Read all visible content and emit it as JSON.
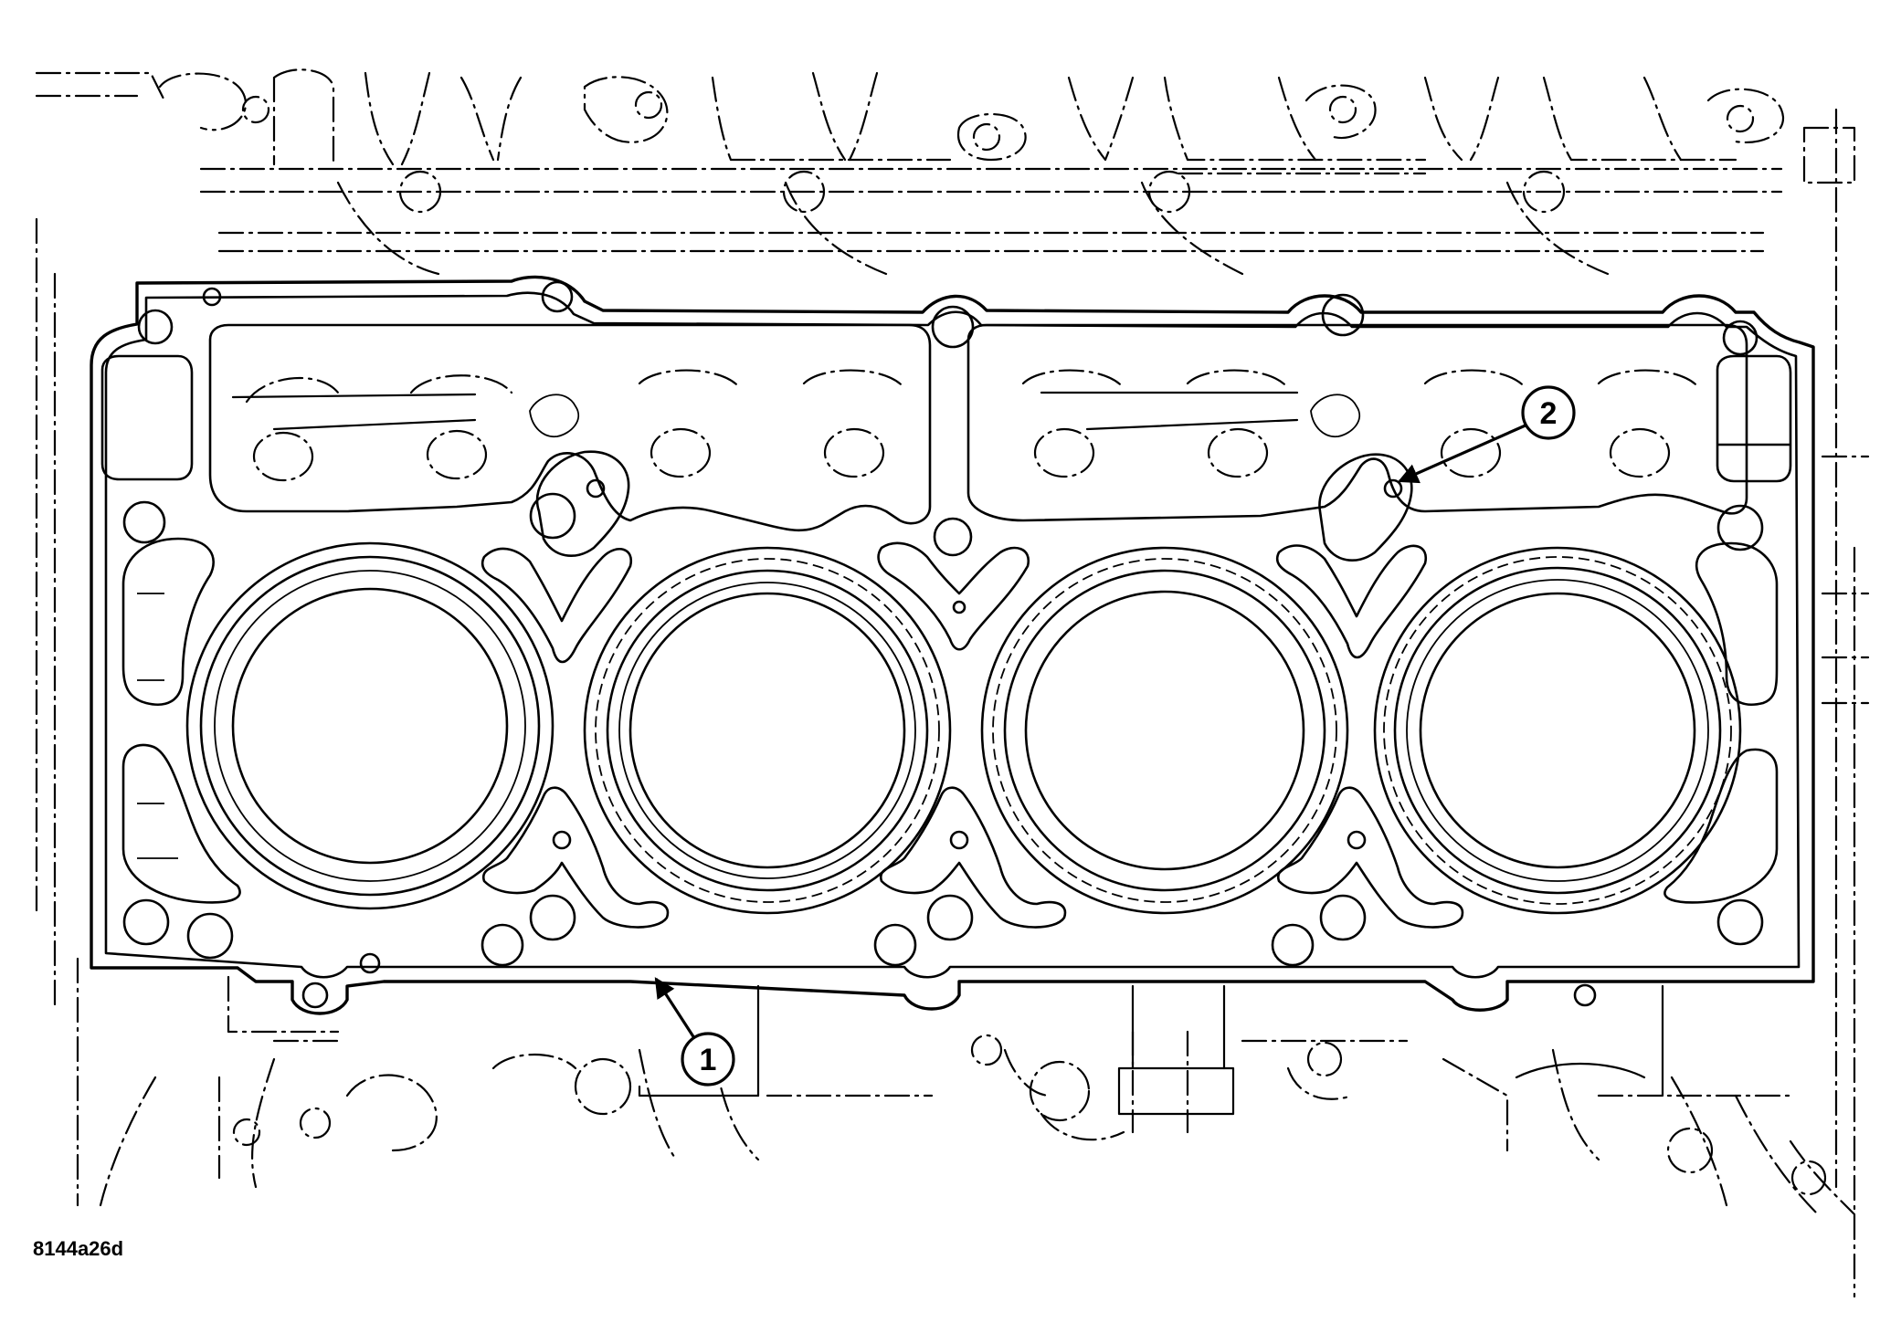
{
  "figure_code": "8144a26d",
  "callouts": [
    {
      "number": "1"
    },
    {
      "number": "2"
    }
  ],
  "colors": {
    "line": "#000000",
    "background": "#ffffff"
  }
}
